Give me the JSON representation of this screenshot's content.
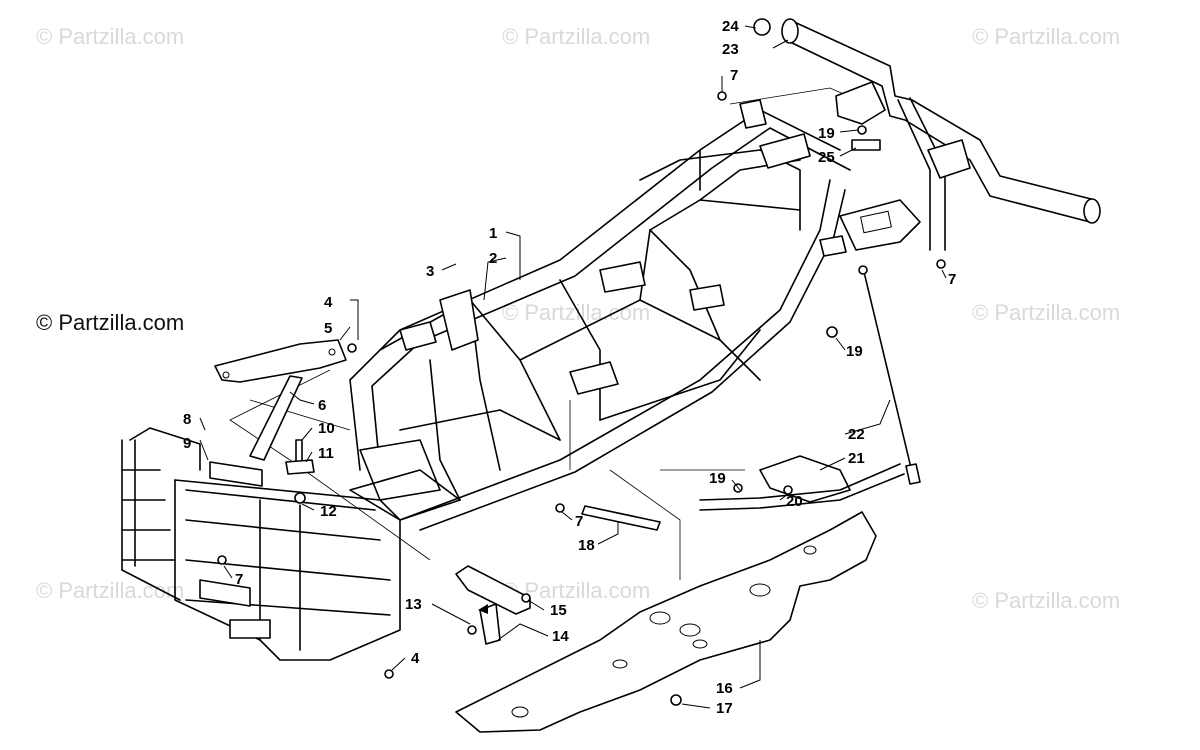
{
  "watermark": {
    "text": "© Partzilla.com",
    "color_light": "#d9d9d9",
    "color_dark": "#111111"
  },
  "callouts": {
    "c1": "1",
    "c2": "2",
    "c3": "3",
    "c4a": "4",
    "c4b": "4",
    "c5": "5",
    "c6": "6",
    "c7a": "7",
    "c7b": "7",
    "c7c": "7",
    "c7d": "7",
    "c8": "8",
    "c9": "9",
    "c10": "10",
    "c11": "11",
    "c12": "12",
    "c13": "13",
    "c14": "14",
    "c15": "15",
    "c16": "16",
    "c17": "17",
    "c18": "18",
    "c19a": "19",
    "c19b": "19",
    "c19c": "19",
    "c20": "20",
    "c21": "21",
    "c22": "22",
    "c23": "23",
    "c24": "24",
    "c25": "25"
  }
}
